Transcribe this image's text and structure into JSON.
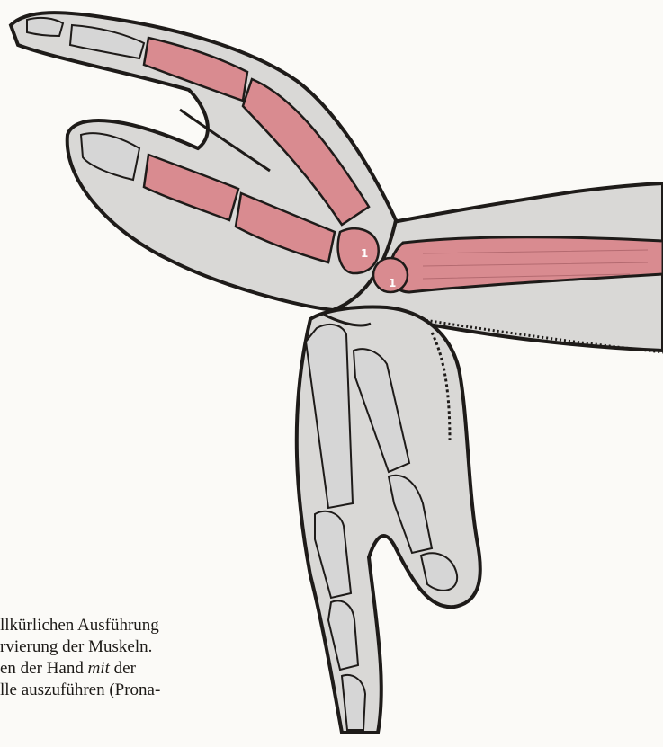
{
  "illustration": {
    "skin_fill": "#d9d8d6",
    "bone_fill": "#d6d6d6",
    "muscle_fill": "#d98b90",
    "outline_color": "#1e1b19",
    "marker_label": "1",
    "marker_label_2": "1"
  },
  "caption": {
    "line1": "llkürlichen Ausführung",
    "line2": "rvierung der Muskeln.",
    "line3_before": "en der Hand ",
    "line3_em": "mit",
    "line3_after": " der",
    "line4": "lle auszuführen (Prona-"
  }
}
